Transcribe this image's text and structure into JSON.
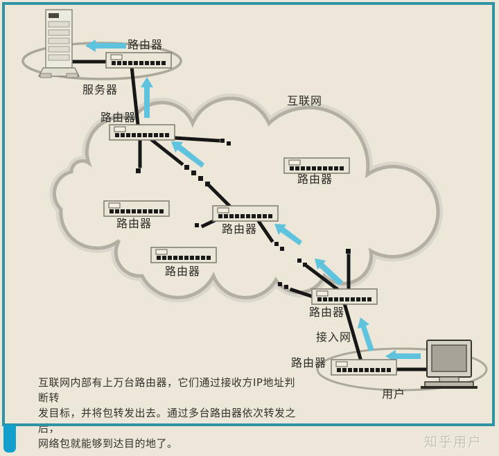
{
  "labels": {
    "router": "路由器",
    "server": "服务器",
    "internet": "互联网",
    "access_network": "接入网",
    "user": "用户"
  },
  "caption": {
    "lines": [
      "互联网内部有上万台路由器，它们通过接收方IP地址判断转",
      "发目标，并将包转发出去。通过多台路由器依次转发之后，",
      "网络包就能够到达目的地了。"
    ]
  },
  "watermark": "知乎用户",
  "colors": {
    "background": "#ece7d9",
    "frame_border": "#2e93a4",
    "corner_tab": "#129fce",
    "arrow": "#5fc3dd",
    "line": "#171717",
    "cloud_stroke": "#b3afa3",
    "cloud_halo": "#dad6cb",
    "router_body": "#e9e5d7",
    "text": "#2b2a26",
    "watermark_color": "#c6c2b5"
  }
}
